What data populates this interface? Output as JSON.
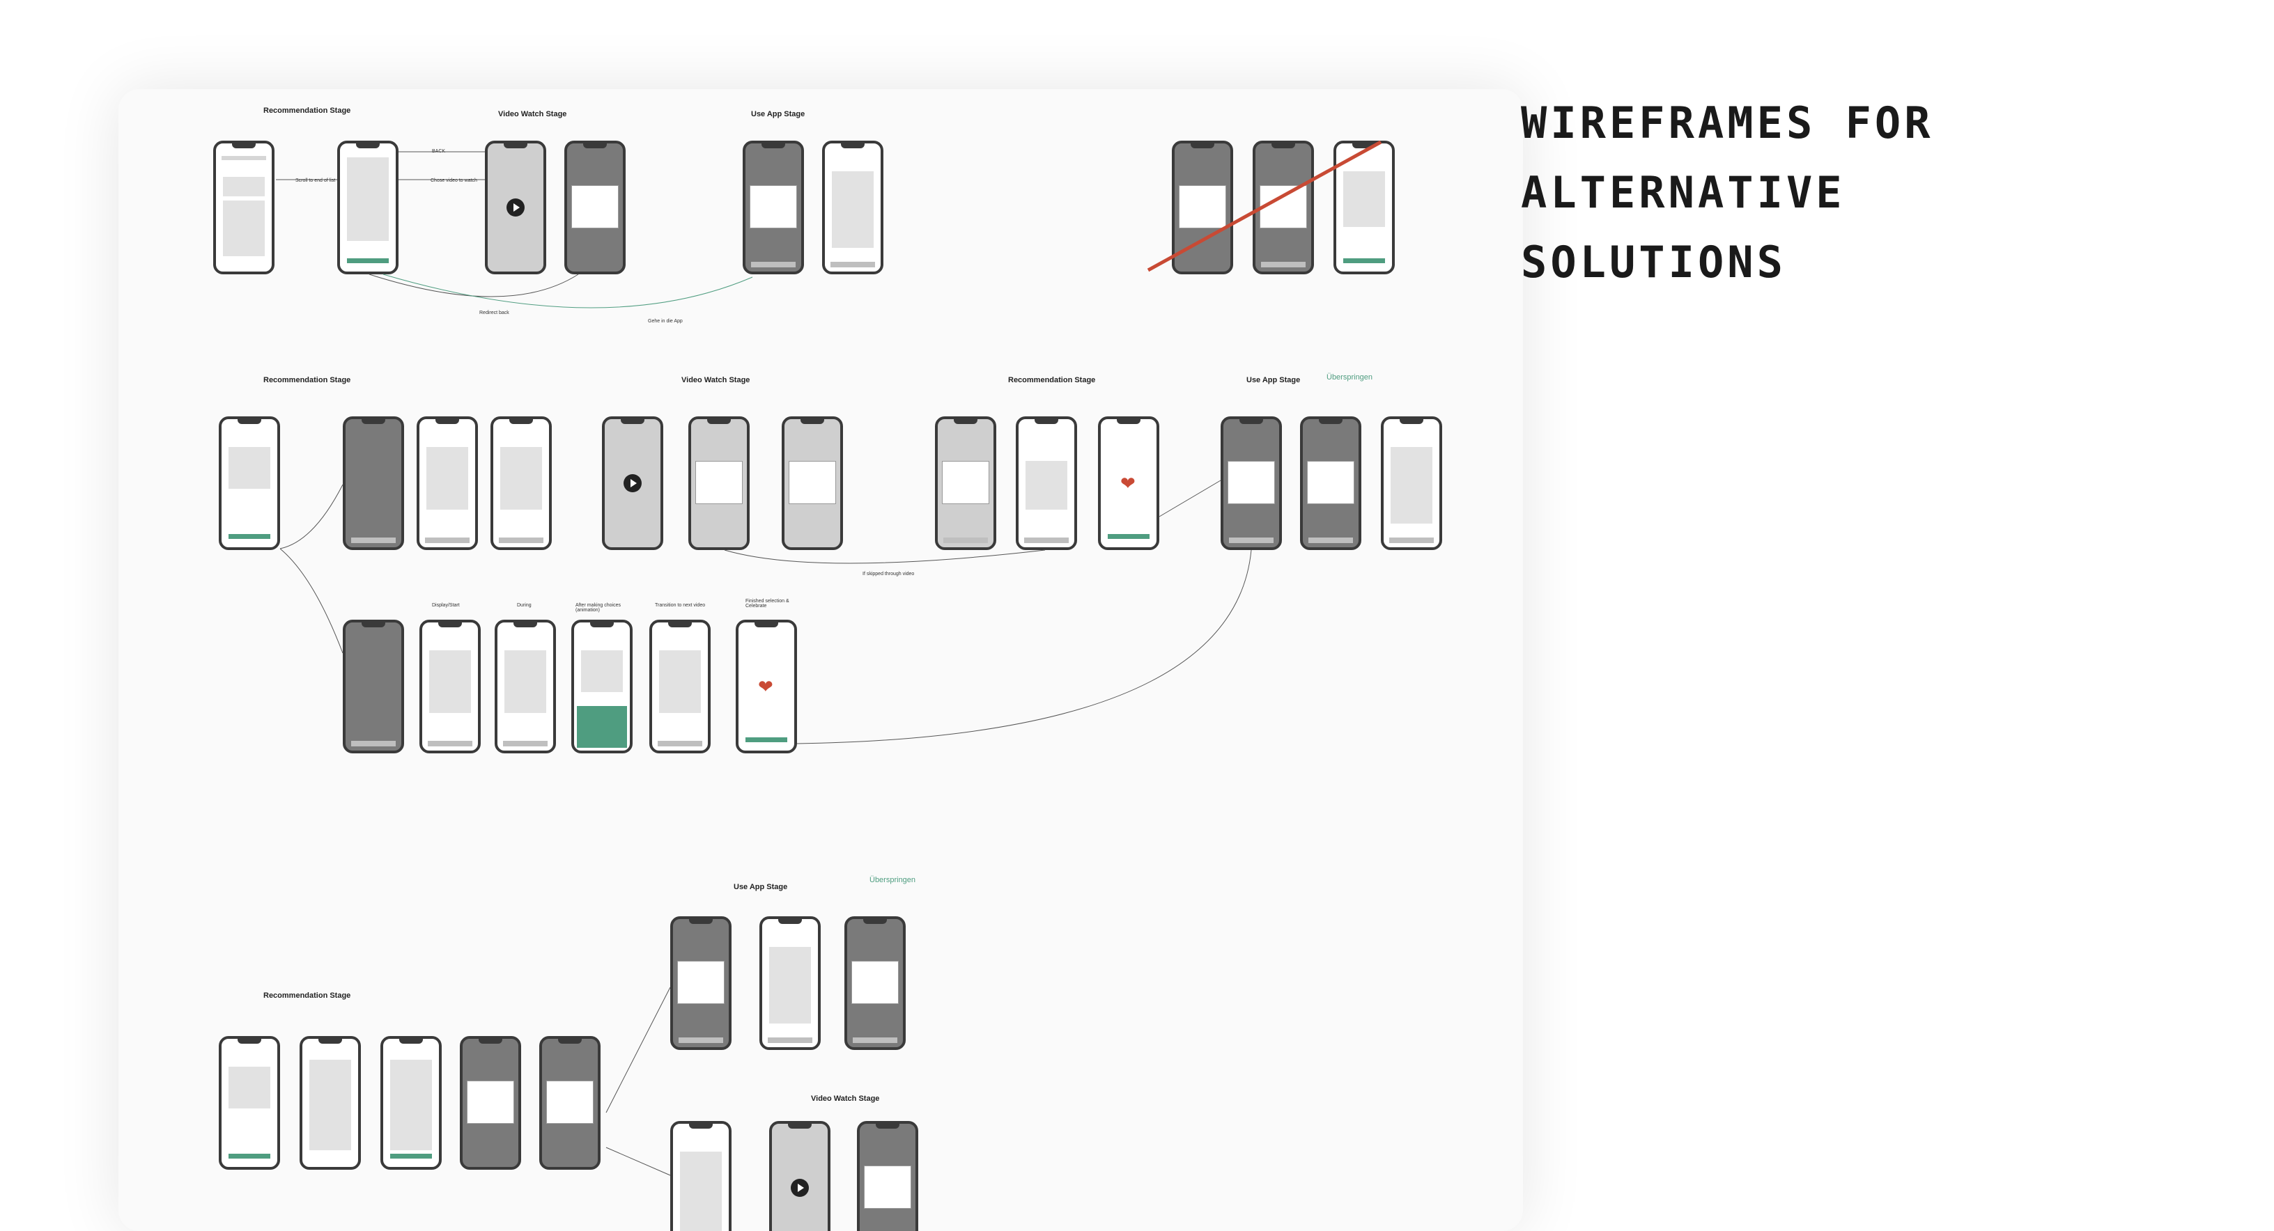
{
  "title": {
    "line1": "WIREFRAMES FOR",
    "line2": "ALTERNATIVE",
    "line3": "SOLUTIONS"
  },
  "stages": {
    "recommendation": "Recommendation Stage",
    "video_watch": "Video Watch Stage",
    "use_app": "Use App Stage"
  },
  "step_labels": {
    "display_start": "Display/Start",
    "during": "During",
    "after_choices": "After making choices (animation)",
    "transition": "Transition to next video",
    "finished": "Finished selection & Celebrate"
  },
  "annotations": {
    "back": "BACK",
    "redirect_back": "Redirect back",
    "skipped": "If skipped through video",
    "uberspringen": "Überspringen",
    "scroll": "Scroll to end of list",
    "chose_video": "Chose video to watch",
    "go_in_app": "Gehe in die App"
  },
  "colors": {
    "accent": "#4f9d80",
    "heart": "#c94a35",
    "strike": "#c84a34",
    "frame": "#3a3a3a"
  }
}
